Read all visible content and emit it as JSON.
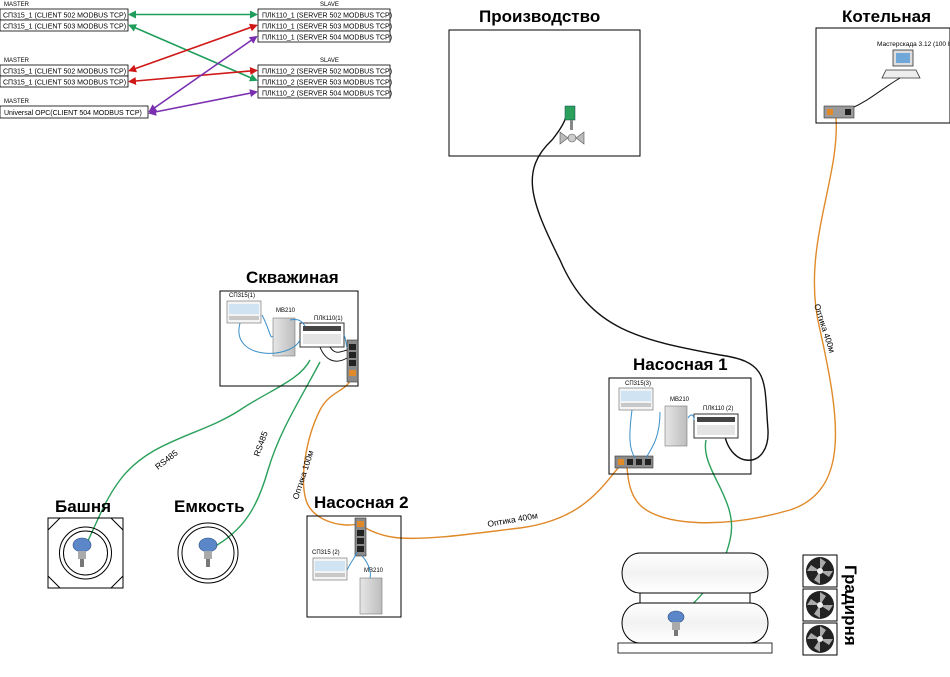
{
  "master_slave": {
    "group1": {
      "master_header": "MASTER",
      "slave_header": "SLAVE",
      "masters": [
        "СП315_1 (CLIENT 502 MODBUS TCP)",
        "СП315_1 (CLIENT 503 MODBUS TCP)"
      ],
      "slaves": [
        "ПЛК110_1 (SERVER 502 MODBUS TCP)",
        "ПЛК110_1 (SERVER 503 MODBUS TCP)",
        "ПЛК110_1 (SERVER 504 MODBUS TCP)"
      ]
    },
    "group2": {
      "master_header": "MASTER",
      "slave_header": "SLAVE",
      "masters": [
        "СП315_1 (CLIENT 502 MODBUS TCP)",
        "СП315_1 (CLIENT 503 MODBUS TCP)"
      ],
      "slaves": [
        "ПЛК110_2 (SERVER 502 MODBUS TCP)",
        "ПЛК110_2 (SERVER 503 MODBUS TCP)",
        "ПЛК110_2 (SERVER 504 MODBUS TCP)"
      ]
    },
    "group3": {
      "master_header": "MASTER",
      "masters": [
        "Universal OPC(CLIENT 504 MODBUS TCP)"
      ]
    }
  },
  "sites": {
    "production": "Производство",
    "boiler": "Котельная",
    "well": "Скважиная",
    "pump1": "Насосная 1",
    "pump2": "Насосная 2",
    "tower": "Башня",
    "tank": "Емкость",
    "cooling": "Градирня"
  },
  "devices": {
    "boiler_pc": "Мастерскада 3.12 (100 I",
    "well_sp": "СП315(1)",
    "well_mv": "МВ210",
    "well_plc": "ПЛК110(1)",
    "pump1_sp": "СП315(3)",
    "pump1_mv": "МВ210",
    "pump1_plc": "ПЛК110 (2)",
    "pump2_sp": "СП315 (2)",
    "pump2_mv": "МВ210"
  },
  "cables": {
    "rs485_a": "RS485",
    "rs485_b": "RS485",
    "optic_100": "Оптика 100м",
    "optic_400_a": "Оптика 400м",
    "optic_400_b": "Оптика 400м"
  },
  "colors": {
    "green": "#1e9e5a",
    "red": "#d01818",
    "purple": "#7a2fb0",
    "blue_cable": "#3c8fc8",
    "green_cable": "#2aa05a",
    "orange_cable": "#e08a2a",
    "black_cable": "#111111"
  }
}
